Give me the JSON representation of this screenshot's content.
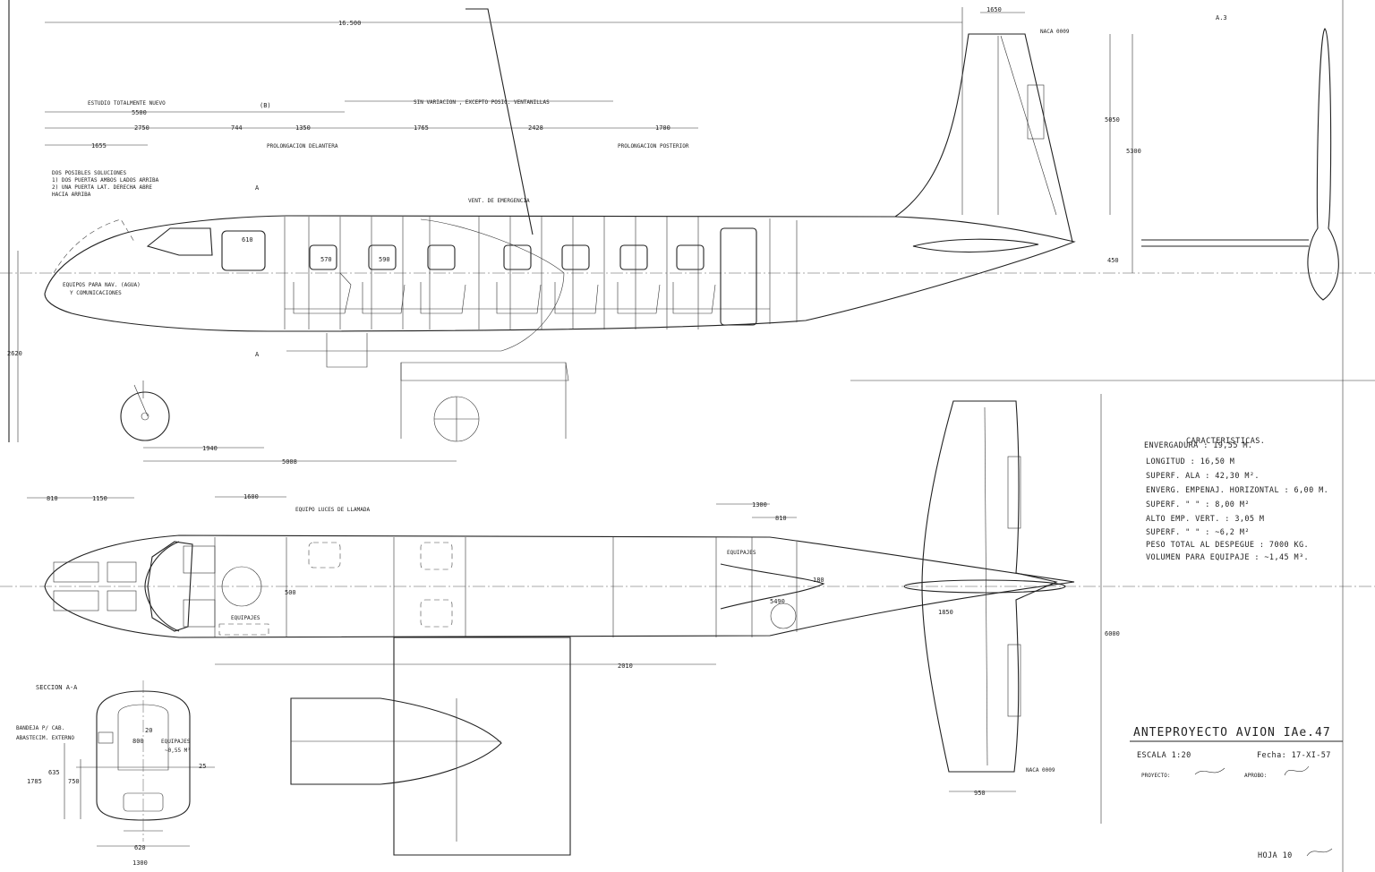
{
  "corner_mark": "A.3",
  "side_view": {
    "dims": {
      "overall_length": "16.500",
      "front_section": "5500",
      "d_2750": "2750",
      "d_744": "744",
      "d_1350": "1350",
      "d_1765": "1765",
      "d_2428": "2428",
      "d_1700": "1700",
      "d_1655": "1655",
      "height_total": "5300",
      "fin_height": "5050",
      "d_450": "450",
      "ground_height": "2620",
      "gear_1940": "1940",
      "gear_5008": "5008",
      "d_1650": "1650",
      "cabin_570": "570",
      "cabin_590": "590",
      "cabin_610": "610"
    },
    "notes": {
      "study": "ESTUDIO TOTALMENTE NUEVO",
      "no_variation": "SIN VARIACION , EXCEPTO POSIC. VENTANILLAS",
      "front_extension": "PROLONGACION DELANTERA",
      "rear_extension": "PROLONGACION POSTERIOR",
      "emergency_exit": "VENT. DE EMERGENCIA",
      "doors_1": "DOS POSIBLES SOLUCIONES",
      "doors_2": "1) DOS PUERTAS AMBOS LADOS ARRIBA",
      "doors_3": "2) UNA PUERTA LAT. DERECHA ABRE",
      "doors_4": "HACIA ARRIBA",
      "nav_1": "EQUIPOS PARA NAV. (AGUA)",
      "nav_2": "Y COMUNICACIONES",
      "fin_airfoil": "NACA 0009",
      "marker_b": "(B)",
      "section_a": "A"
    }
  },
  "plan_view": {
    "dims": {
      "d_810": "810",
      "d_1150": "1150",
      "d_1600": "1600",
      "d_1300": "1300",
      "d_810b": "810",
      "span": "6000",
      "d_180": "180",
      "d_1850": "1850",
      "d_2010": "2010",
      "d_950": "950",
      "d_500": "500",
      "d_5490": "5490"
    },
    "notes": {
      "call_lights": "EQUIPO LUCES DE LLAMADA",
      "baggage": "EQUIPAJES",
      "baggage_2": "EQUIPAJES",
      "tail_airfoil": "NACA 0009"
    }
  },
  "section_aa": {
    "title": "SECCION A-A",
    "notes": {
      "l1": "BANDEJA P/ CAB.",
      "l2": "ABASTECIM. EXTERNO",
      "baggage": "EQUIPAJES",
      "volume": "~0,55 M³"
    },
    "dims": {
      "d_1785": "1785",
      "d_635": "635",
      "d_750": "750",
      "d_800": "800",
      "d_620": "620",
      "d_1300": "1300",
      "d_20": "20",
      "d_25": "25"
    }
  },
  "characteristics": {
    "heading": "CARACTERISTICAS.",
    "lines": [
      "ENVERGADURA : 19,55 M.",
      "LONGITUD : 16,50 M",
      "SUPERF. ALA : 42,30 M².",
      "ENVERG. EMPENAJ. HORIZONTAL : 6,00 M.",
      "SUPERF.     \"           \"      : 8,00 M²",
      "ALTO EMP. VERT. : 3,05 M",
      "SUPERF. \"    \"   : ~6,2 M²",
      "PESO TOTAL AL DESPEGUE : 7000 KG.",
      "VOLUMEN PARA EQUIPAJE : ~1,45 M³."
    ]
  },
  "title_block": {
    "title": "ANTEPROYECTO AVION IAe.47",
    "scale": "ESCALA 1:20",
    "date": "Fecha: 17-XI-57",
    "project": "PROYECTO:",
    "approved": "APROBO:",
    "sheet": "HOJA 10"
  }
}
